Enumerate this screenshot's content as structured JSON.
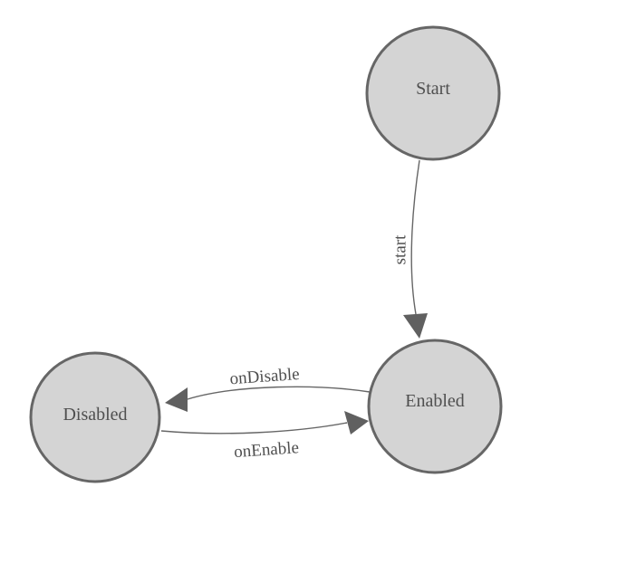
{
  "diagram": {
    "type": "state-machine",
    "background_color": "#ffffff",
    "colors": {
      "background": "#ffffff",
      "node_fill": "#d4d4d4",
      "node_stroke": "#666666",
      "edge_stroke": "#666666",
      "arrow_fill": "#606060",
      "label_color": "#4f4f4f"
    },
    "nodes": [
      {
        "id": "start",
        "label": "Start"
      },
      {
        "id": "enabled",
        "label": "Enabled"
      },
      {
        "id": "disabled",
        "label": "Disabled"
      }
    ],
    "edges": [
      {
        "id": "start-to-enabled",
        "label": "start",
        "from": "Start",
        "to": "Enabled"
      },
      {
        "id": "enabled-to-disabled",
        "label": "onDisable",
        "from": "Enabled",
        "to": "Disabled"
      },
      {
        "id": "disabled-to-enabled",
        "label": "onEnable",
        "from": "Disabled",
        "to": "Enabled"
      }
    ]
  }
}
